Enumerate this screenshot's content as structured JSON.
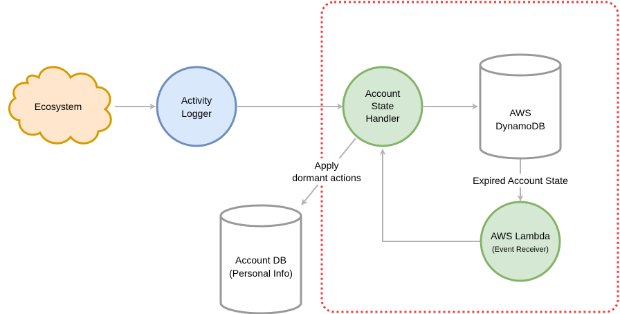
{
  "nodes": {
    "ecosystem": {
      "label": "Ecosystem",
      "shape": "cloud",
      "fill": "#ffe6cc",
      "stroke": "#d79b00"
    },
    "activity_logger": {
      "label_line1": "Activity",
      "label_line2": "Logger",
      "shape": "circle",
      "fill": "#dae8fc",
      "stroke": "#6c8ebf"
    },
    "account_state_handler": {
      "label_line1": "Account",
      "label_line2": "State",
      "label_line3": "Handler",
      "shape": "circle",
      "fill": "#d5e8d4",
      "stroke": "#82b366"
    },
    "aws_dynamodb": {
      "label_line1": "AWS",
      "label_line2": "DynamoDB",
      "shape": "cylinder",
      "fill": "#ffffff",
      "stroke": "#999999"
    },
    "aws_lambda": {
      "label_line1": "AWS Lambda",
      "label_line2": "(Event Receiver)",
      "shape": "circle",
      "fill": "#d5e8d4",
      "stroke": "#82b366"
    },
    "account_db": {
      "label_line1": "Account DB",
      "label_line2": "(Personal Info)",
      "shape": "cylinder",
      "fill": "#ffffff",
      "stroke": "#999999"
    }
  },
  "edges": {
    "apply_dormant_actions": {
      "label_line1": "Apply",
      "label_line2": "dormant actions"
    },
    "expired_account_state": {
      "label": "Expired Account State"
    }
  },
  "colors": {
    "edge": "#b3b3b3",
    "boundary": "#ff3333"
  }
}
